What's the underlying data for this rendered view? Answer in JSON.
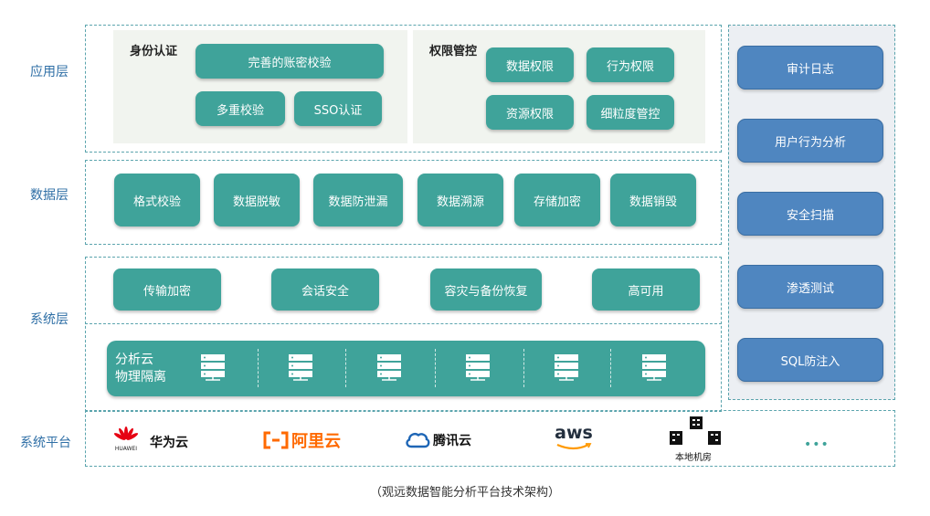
{
  "layers": {
    "app": "应用层",
    "data": "数据层",
    "system": "系统层",
    "platform": "系统平台"
  },
  "identity": {
    "title": "身份认证",
    "items": [
      "完善的账密校验",
      "多重校验",
      "SSO认证"
    ]
  },
  "permission": {
    "title": "权限管控",
    "items": [
      "数据权限",
      "行为权限",
      "资源权限",
      "细粒度管控"
    ]
  },
  "data_items": [
    "格式校验",
    "数据脱敏",
    "数据防泄漏",
    "数据溯源",
    "存储加密",
    "数据销毁"
  ],
  "system_items": [
    "传输加密",
    "会话安全",
    "容灾与备份恢复",
    "高可用"
  ],
  "cloud": {
    "line1": "分析云",
    "line2": "物理隔离"
  },
  "right_items": [
    "审计日志",
    "用户行为分析",
    "安全扫描",
    "渗透测试",
    "SQL防注入"
  ],
  "platforms": {
    "huawei_sub": "HUAWEI",
    "huawei": "华为云",
    "aliyun": "阿里云",
    "tencent": "腾讯云",
    "aws": "aws",
    "local": "本地机房",
    "more": "•••"
  },
  "caption": "（观远数据智能分析平台技术架构）",
  "colors": {
    "teal": "#3fa39a",
    "blue": "#4f86c0",
    "label": "#2f6fa6",
    "orange": "#ff6a00"
  }
}
